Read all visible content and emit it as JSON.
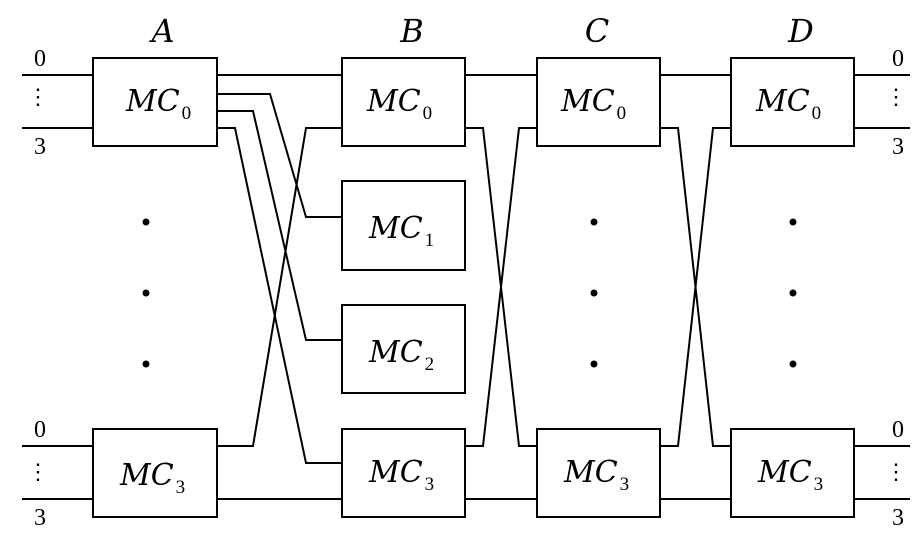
{
  "stages": [
    {
      "id": "A",
      "label": "A"
    },
    {
      "id": "B",
      "label": "B"
    },
    {
      "id": "C",
      "label": "C"
    },
    {
      "id": "D",
      "label": "D"
    }
  ],
  "module": {
    "prefix": "MC"
  },
  "modules": {
    "a0": {
      "sub": "0"
    },
    "a3": {
      "sub": "3"
    },
    "b0": {
      "sub": "0"
    },
    "b1": {
      "sub": "1"
    },
    "b2": {
      "sub": "2"
    },
    "b3": {
      "sub": "3"
    },
    "c0": {
      "sub": "0"
    },
    "c3": {
      "sub": "3"
    },
    "d0": {
      "sub": "0"
    },
    "d3": {
      "sub": "3"
    }
  },
  "ports": {
    "first": "0",
    "last": "3",
    "ellipsis": "⋮"
  }
}
